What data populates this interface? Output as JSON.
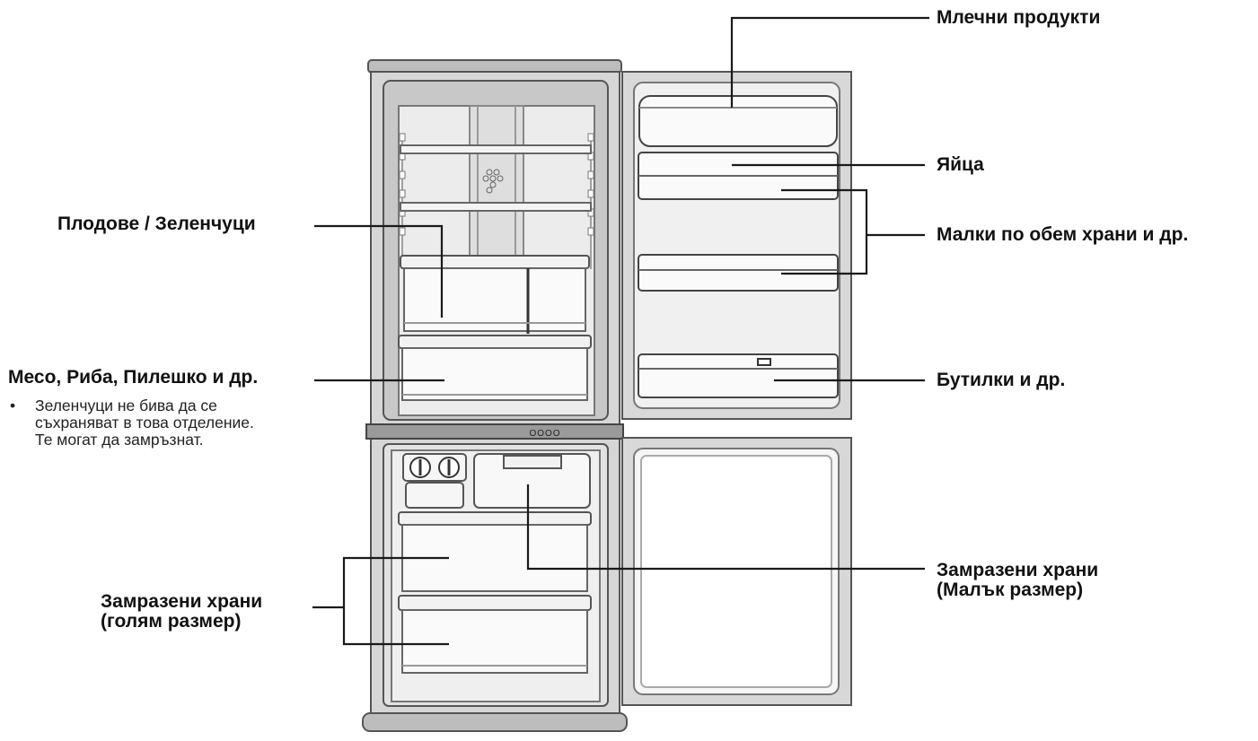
{
  "labels": {
    "dairy": "Млечни продукти",
    "eggs": "Яйца",
    "small_foods": "Малки по обем храни и др.",
    "bottles": "Бутилки и др.",
    "fruits_vegetables": "Плодове / Зеленчуци",
    "meat_fish": "Месо, Риба, Пилешко и др.",
    "frozen_small_line1": "Замразени храни",
    "frozen_small_line2": "(Малък размер)",
    "frozen_large_line1": "Замразени храни",
    "frozen_large_line2": "(голям размер)"
  },
  "note": {
    "bullet": "•",
    "line1": "Зеленчуци не бива да се",
    "line2": "съхраняват в това отделение.",
    "line3": "Те могат да замръзнат."
  },
  "control_panel_text": "OOOO",
  "colors": {
    "line": "#1a1a1a",
    "outline": "#555555",
    "panel": "#9a9a9a",
    "body": "#dcdcdc"
  }
}
